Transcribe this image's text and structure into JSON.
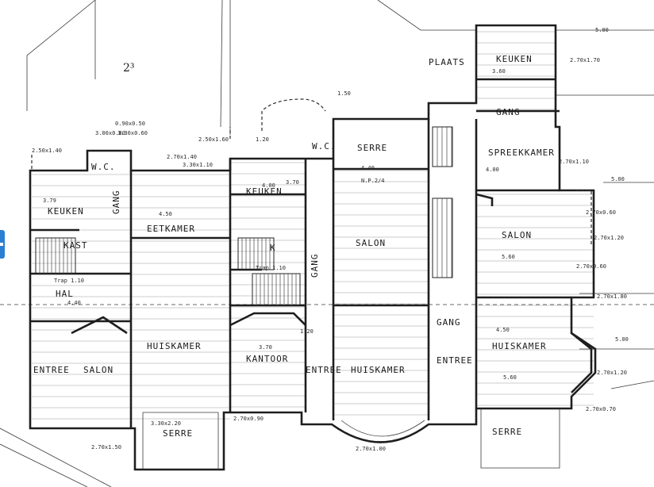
{
  "rooms": [
    {
      "key": "keuken-left",
      "label": "KEUKEN"
    },
    {
      "key": "eetkamer",
      "label": "EETKAMER"
    },
    {
      "key": "hal",
      "label": "HAL"
    },
    {
      "key": "kast",
      "label": "KAST"
    },
    {
      "key": "gang-left",
      "label": "GANG"
    },
    {
      "key": "huiskamer-left",
      "label": "HUISKAMER"
    },
    {
      "key": "entree-left",
      "label": "ENTREE"
    },
    {
      "key": "salon-left",
      "label": "SALON"
    },
    {
      "key": "serre-left",
      "label": "SERRE"
    },
    {
      "key": "wc-left",
      "label": "W.C."
    },
    {
      "key": "keuken-mid",
      "label": "KEUKEN"
    },
    {
      "key": "kast-mid",
      "label": "K"
    },
    {
      "key": "gang-mid",
      "label": "GANG"
    },
    {
      "key": "kantoor",
      "label": "KANTOOR"
    },
    {
      "key": "entree-mid",
      "label": "ENTREE"
    },
    {
      "key": "serre-mid",
      "label": "SERRE"
    },
    {
      "key": "salon-mid",
      "label": "SALON"
    },
    {
      "key": "huiskamer-mid",
      "label": "HUISKAMER"
    },
    {
      "key": "wc-mid",
      "label": "W.C."
    },
    {
      "key": "plaats",
      "label": "PLAATS"
    },
    {
      "key": "keuken-right",
      "label": "KEUKEN"
    },
    {
      "key": "gang-right-top",
      "label": "GANG"
    },
    {
      "key": "spreekkamer",
      "label": "SPREEKKAMER"
    },
    {
      "key": "salon-right",
      "label": "SALON"
    },
    {
      "key": "gang-right",
      "label": "GANG"
    },
    {
      "key": "entree-right",
      "label": "ENTREE"
    },
    {
      "key": "huiskamer-right",
      "label": "HUISKAMER"
    },
    {
      "key": "serre-right",
      "label": "SERRE"
    }
  ],
  "dimensions": [
    "3.60",
    "4.00",
    "4.40",
    "4.50",
    "5.60",
    "5.60",
    "4.40",
    "3.70",
    "3.79",
    "4.50",
    "3.70",
    "4.00",
    "5.00",
    "5.00",
    "5.00",
    "2.70x1.70",
    "2.70x1.10",
    "3.30x1.10",
    "2.70x0.60",
    "2.70x1.20",
    "2.70x1.20",
    "2.70x0.70",
    "2.70x0.60",
    "2.70x1.50",
    "3.30x2.20",
    "2.70x0.90",
    "2.70x1.80",
    "1.50",
    "1.20",
    "1.20",
    "2.50x1.40",
    "2.50x1.60",
    "2.70x1.40",
    "3.00x0.80",
    "0.90x0.50",
    "3.30x0.60",
    "Trap 1.10",
    "Trap 1.10",
    "2.70x1.00",
    "N.P.2/4"
  ],
  "page_mark": "2³"
}
